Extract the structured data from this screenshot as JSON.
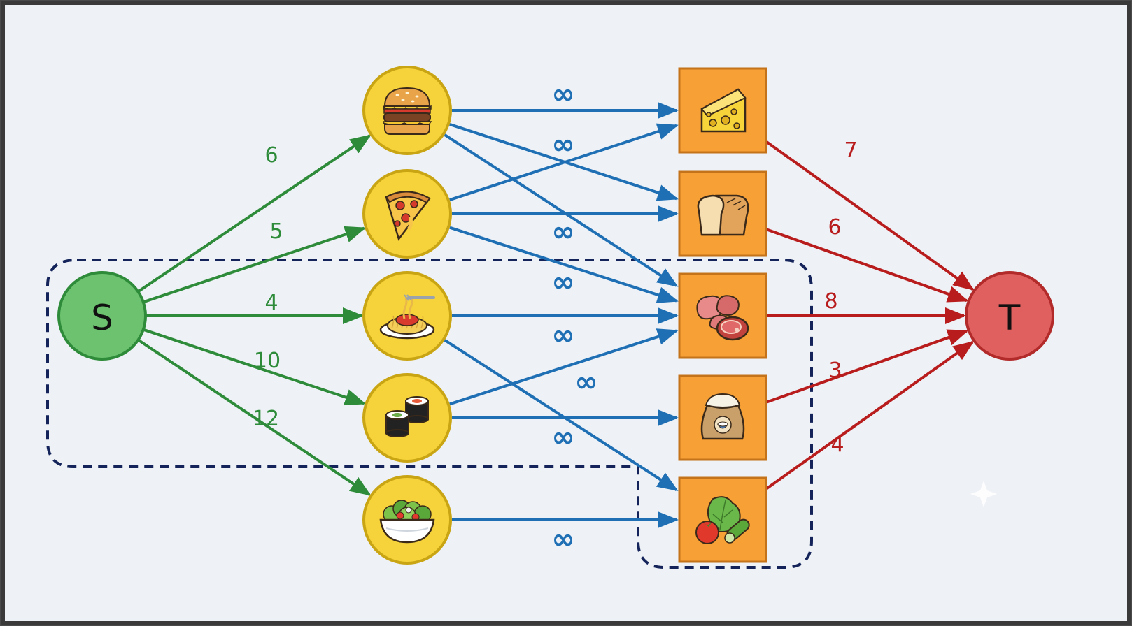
{
  "source": {
    "label": "S"
  },
  "sink": {
    "label": "T"
  },
  "colors": {
    "background": "#eef2f6",
    "frame": "#3a3a3a",
    "source_fill": "#6cc26e",
    "source_stroke": "#2e8b3a",
    "sink_fill": "#e06060",
    "sink_stroke": "#b22a2a",
    "dish_fill": "#f6d33a",
    "dish_stroke": "#c9a514",
    "ingredient_fill": "#f7a035",
    "ingredient_stroke": "#c4731a",
    "green_edge": "#2e8b3a",
    "blue_edge": "#1f6fb5",
    "red_edge": "#b81c1c",
    "cut": "#14245a"
  },
  "dishes": [
    {
      "id": "burger",
      "icon": "burger-icon"
    },
    {
      "id": "pizza",
      "icon": "pizza-slice-icon"
    },
    {
      "id": "spaghetti",
      "icon": "spaghetti-plate-icon"
    },
    {
      "id": "sushi",
      "icon": "sushi-rolls-icon"
    },
    {
      "id": "salad",
      "icon": "salad-bowl-icon"
    }
  ],
  "ingredients": [
    {
      "id": "cheese",
      "icon": "cheese-icon"
    },
    {
      "id": "bread",
      "icon": "bread-loaf-icon"
    },
    {
      "id": "meat",
      "icon": "meat-icon"
    },
    {
      "id": "rice",
      "icon": "rice-sack-icon"
    },
    {
      "id": "vegetables",
      "icon": "vegetables-icon"
    }
  ],
  "source_edges": [
    {
      "to": "burger",
      "capacity": "6"
    },
    {
      "to": "pizza",
      "capacity": "5"
    },
    {
      "to": "spaghetti",
      "capacity": "4"
    },
    {
      "to": "sushi",
      "capacity": "10"
    },
    {
      "to": "salad",
      "capacity": "12"
    }
  ],
  "sink_edges": [
    {
      "from": "cheese",
      "capacity": "7"
    },
    {
      "from": "bread",
      "capacity": "6"
    },
    {
      "from": "meat",
      "capacity": "8"
    },
    {
      "from": "rice",
      "capacity": "3"
    },
    {
      "from": "vegetables",
      "capacity": "4"
    }
  ],
  "middle_edges": [
    {
      "from": "burger",
      "to": "cheese"
    },
    {
      "from": "burger",
      "to": "bread"
    },
    {
      "from": "burger",
      "to": "meat"
    },
    {
      "from": "pizza",
      "to": "cheese"
    },
    {
      "from": "pizza",
      "to": "bread"
    },
    {
      "from": "pizza",
      "to": "meat"
    },
    {
      "from": "spaghetti",
      "to": "meat"
    },
    {
      "from": "spaghetti",
      "to": "vegetables"
    },
    {
      "from": "sushi",
      "to": "meat"
    },
    {
      "from": "sushi",
      "to": "rice"
    },
    {
      "from": "salad",
      "to": "vegetables"
    }
  ],
  "infinity_labels": [
    "∞",
    "∞",
    "∞",
    "∞",
    "∞",
    "∞",
    "∞",
    "∞"
  ]
}
